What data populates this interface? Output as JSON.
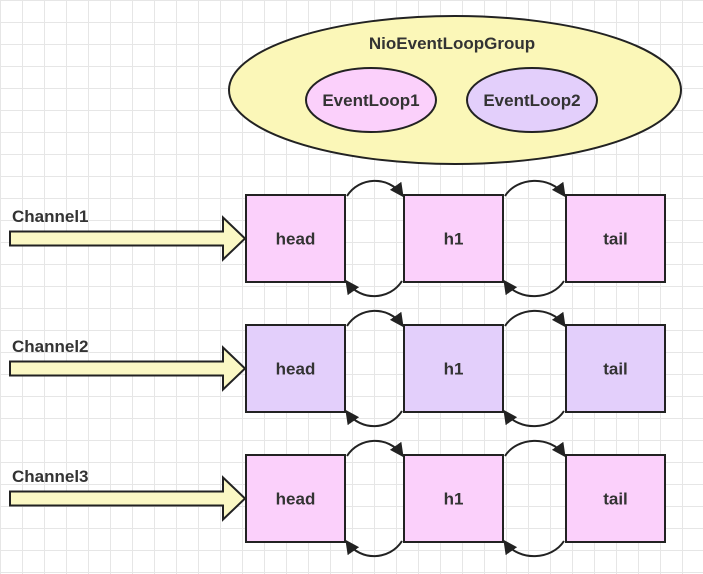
{
  "group": {
    "label": "NioEventLoopGroup",
    "fill": "#fbf7b8",
    "loops": [
      {
        "label": "EventLoop1",
        "fill": "#fbd0fb"
      },
      {
        "label": "EventLoop2",
        "fill": "#e3cffb"
      }
    ]
  },
  "channels": [
    {
      "label": "Channel1",
      "handlers": [
        {
          "label": "head",
          "fill": "#fbd0fb"
        },
        {
          "label": "h1",
          "fill": "#fbd0fb"
        },
        {
          "label": "tail",
          "fill": "#fbd0fb"
        }
      ]
    },
    {
      "label": "Channel2",
      "handlers": [
        {
          "label": "head",
          "fill": "#e3cffb"
        },
        {
          "label": "h1",
          "fill": "#e3cffb"
        },
        {
          "label": "tail",
          "fill": "#e3cffb"
        }
      ]
    },
    {
      "label": "Channel3",
      "handlers": [
        {
          "label": "head",
          "fill": "#fbd0fb"
        },
        {
          "label": "h1",
          "fill": "#fbd0fb"
        },
        {
          "label": "tail",
          "fill": "#fbd0fb"
        }
      ]
    }
  ],
  "colors": {
    "arrow_fill": "#fbf8c4",
    "stroke": "#222222"
  }
}
